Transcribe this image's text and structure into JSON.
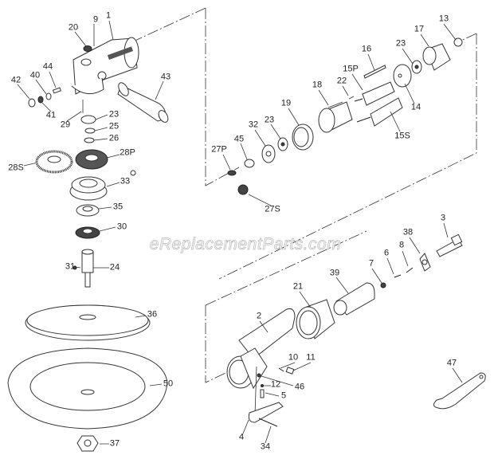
{
  "watermark": "eReplacementParts.com",
  "parts": {
    "p1": "1",
    "p9": "9",
    "p20": "20",
    "p44": "44",
    "p42": "42",
    "p40": "40",
    "p41": "41",
    "p43": "43",
    "p29": "29",
    "p23a": "23",
    "p25": "25",
    "p26": "26",
    "p28P": "28P",
    "p28S": "28S",
    "p33": "33",
    "p35": "35",
    "p30": "30",
    "p31": "31",
    "p24": "24",
    "p36": "36",
    "p50": "50",
    "p37": "37",
    "p13": "13",
    "p17": "17",
    "p23b": "23",
    "p16": "16",
    "p15P": "15P",
    "p22": "22",
    "p18": "18",
    "p14": "14",
    "p19": "19",
    "p15S": "15S",
    "p23c": "23",
    "p32": "32",
    "p45": "45",
    "p27P": "27P",
    "p27S": "27S",
    "p3": "3",
    "p38": "38",
    "p8": "8",
    "p6": "6",
    "p7": "7",
    "p39": "39",
    "p21": "21",
    "p2": "2",
    "p10": "10",
    "p11": "11",
    "p46": "46",
    "p12": "12",
    "p5": "5",
    "p4": "4",
    "p34": "34",
    "p47": "47"
  }
}
